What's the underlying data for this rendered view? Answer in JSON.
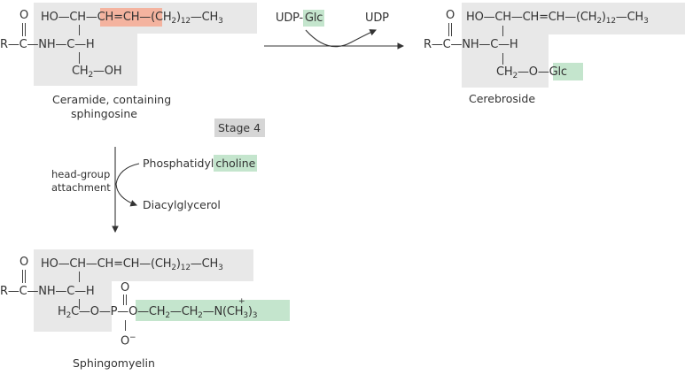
{
  "colors": {
    "sphingosine_backbone": "#e8e8e8",
    "double_bond_highlight": "#f4b39f",
    "head_group_highlight": "#c4e5cd",
    "stage_badge": "#d6d6d6"
  },
  "ceramide": {
    "top_chain": [
      "HO—CH—",
      "CH=CH",
      "—(CH",
      "2",
      ")",
      "12",
      "—CH",
      "3"
    ],
    "carbonyl_O": "O",
    "amide_row_left": "R—C—NH—C—H",
    "bottom": "CH",
    "bottom_sub": "2",
    "bottom_tail": "—OH",
    "label_line1": "Ceramide, containing",
    "label_line2": "sphingosine"
  },
  "reaction1": {
    "reactant": "UDP-",
    "reactant_highlight": "Glc",
    "product": "UDP"
  },
  "cerebroside": {
    "top_chain": [
      "HO—CH—CH=CH—(CH",
      "2",
      ")",
      "12",
      "—CH",
      "3"
    ],
    "carbonyl_O": "O",
    "amide_row": "R—C—NH—C—H",
    "bottom": "CH",
    "bottom_sub": "2",
    "bottom_tail": "—O—",
    "bottom_highlight": "Glc",
    "label": "Cerebroside"
  },
  "stage": {
    "label": "Stage 4"
  },
  "reaction2": {
    "side_label_line1": "head-group",
    "side_label_line2": "attachment",
    "reactant_prefix": "Phosphatidyl",
    "reactant_highlight": "choline",
    "product": "Diacylglycerol"
  },
  "sphingomyelin": {
    "top_chain": [
      "HO—CH—CH=CH—(CH",
      "2",
      ")",
      "12",
      "—CH",
      "3"
    ],
    "carbonyl_O": "O",
    "amide_row": "R—C—NH—C—H",
    "phosphate_O": "O",
    "bottom_left": [
      "H",
      "2",
      "C—O—P"
    ],
    "head_group": [
      "—O—CH",
      "2",
      "—CH",
      "2",
      "—N(CH",
      "3",
      ")",
      "3"
    ],
    "charge_plus": "+",
    "phosphate_Ominus": "O",
    "minus": "−",
    "label": "Sphingomyelin"
  }
}
